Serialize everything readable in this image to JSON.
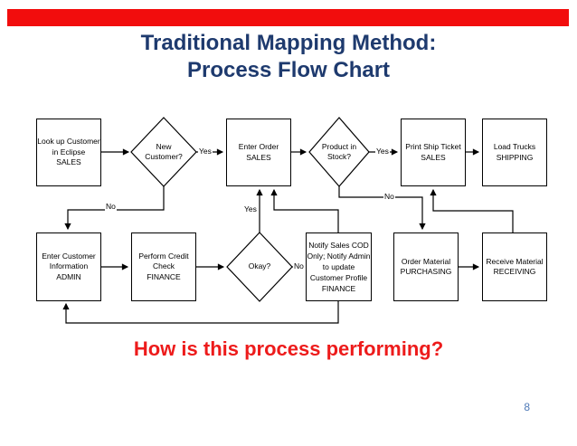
{
  "slide": {
    "title_line1": "Traditional Mapping Method:",
    "title_line2": "Process Flow Chart",
    "question": "How is this process performing?",
    "page_number": "8"
  },
  "colors": {
    "title_navy": "#1e3a6e",
    "accent_red": "#f20d0d",
    "question_red": "#ed1b1b",
    "page_number_blue": "#4e79b7",
    "line_black": "#000000"
  },
  "flowchart": {
    "nodes": {
      "lookup_customer": {
        "shape": "rect",
        "lines": [
          "Look up Customer",
          "in Eclipse",
          "SALES"
        ]
      },
      "new_customer": {
        "shape": "diamond",
        "lines": [
          "New",
          "Customer?"
        ]
      },
      "enter_order": {
        "shape": "rect",
        "lines": [
          "Enter Order",
          "SALES"
        ]
      },
      "product_in_stock": {
        "shape": "diamond",
        "lines": [
          "Product in",
          "Stock?"
        ]
      },
      "print_ship_ticket": {
        "shape": "rect",
        "lines": [
          "Print Ship Ticket",
          "SALES"
        ]
      },
      "load_trucks": {
        "shape": "rect",
        "lines": [
          "Load Trucks",
          "SHIPPING"
        ]
      },
      "enter_customer_info": {
        "shape": "rect",
        "lines": [
          "Enter Customer",
          "Information",
          "ADMIN"
        ]
      },
      "perform_credit_check": {
        "shape": "rect",
        "lines": [
          "Perform Credit",
          "Check",
          "FINANCE"
        ]
      },
      "okay": {
        "shape": "diamond",
        "lines": [
          "Okay?"
        ]
      },
      "notify_sales_cod": {
        "shape": "rect",
        "lines": [
          "Notify Sales COD",
          "Only; Notify Admin",
          "to update",
          "Customer Profile",
          "FINANCE"
        ]
      },
      "order_material": {
        "shape": "rect",
        "lines": [
          "Order Material",
          "PURCHASING"
        ]
      },
      "receive_material": {
        "shape": "rect",
        "lines": [
          "Receive Material",
          "RECEIVING"
        ]
      }
    },
    "labels": {
      "yes_new_customer": "Yes",
      "yes_in_stock": "Yes",
      "yes_okay": "Yes",
      "no_new_customer": "No",
      "no_in_stock": "No",
      "no_okay": "No"
    }
  }
}
